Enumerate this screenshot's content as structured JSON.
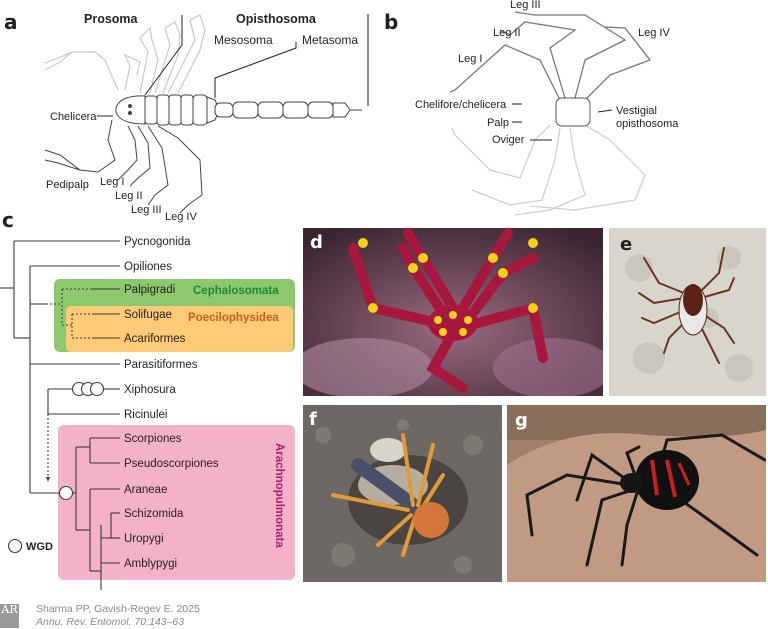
{
  "figure": {
    "panels": {
      "a": {
        "letter": "a",
        "headers": {
          "prosoma": "Prosoma",
          "opisthosoma": "Opisthosoma",
          "mesosoma": "Mesosoma",
          "metasoma": "Metasoma"
        },
        "labels": {
          "chelicera": "Chelicera",
          "pedipalp": "Pedipalp",
          "leg1": "Leg I",
          "leg2": "Leg II",
          "leg3": "Leg III",
          "leg4": "Leg IV"
        }
      },
      "b": {
        "letter": "b",
        "labels": {
          "leg1": "Leg I",
          "leg2": "Leg II",
          "leg3": "Leg III",
          "leg4": "Leg IV",
          "chelifore": "Chelifore/chelicera",
          "palp": "Palp",
          "oviger": "Oviger",
          "vestigial1": "Vestigial",
          "vestigial2": "opisthosoma"
        }
      },
      "c": {
        "letter": "c",
        "taxa": [
          "Pycnogonida",
          "Opiliones",
          "Palpigradi",
          "Solifugae",
          "Acariformes",
          "Parasitiformes",
          "Xiphosura",
          "Ricinulei",
          "Scorpiones",
          "Pseudoscorpiones",
          "Araneae",
          "Schizomida",
          "Uropygi",
          "Amblypygi"
        ],
        "clades": {
          "cephalosomata": {
            "label": "Cephalosomata",
            "bg": "#8dc86d",
            "text": "#1f8a3a"
          },
          "poecilophysidea": {
            "label": "Poecilophysidea",
            "bg": "#fdcb78",
            "text": "#c8601c"
          },
          "arachnopulmonata": {
            "label": "Arachnopulmonata",
            "bg": "#f4b2c8",
            "text": "#b0207a"
          }
        },
        "legend": {
          "label": "WGD"
        }
      },
      "d": {
        "letter": "d"
      },
      "e": {
        "letter": "e"
      },
      "f": {
        "letter": "f"
      },
      "g": {
        "letter": "g"
      }
    },
    "credit": {
      "line1": "Sharma PP, Gavish-Regev E. 2025",
      "line2": "Annu. Rev. Entomol. 70:143–63",
      "logo": "AR"
    }
  }
}
